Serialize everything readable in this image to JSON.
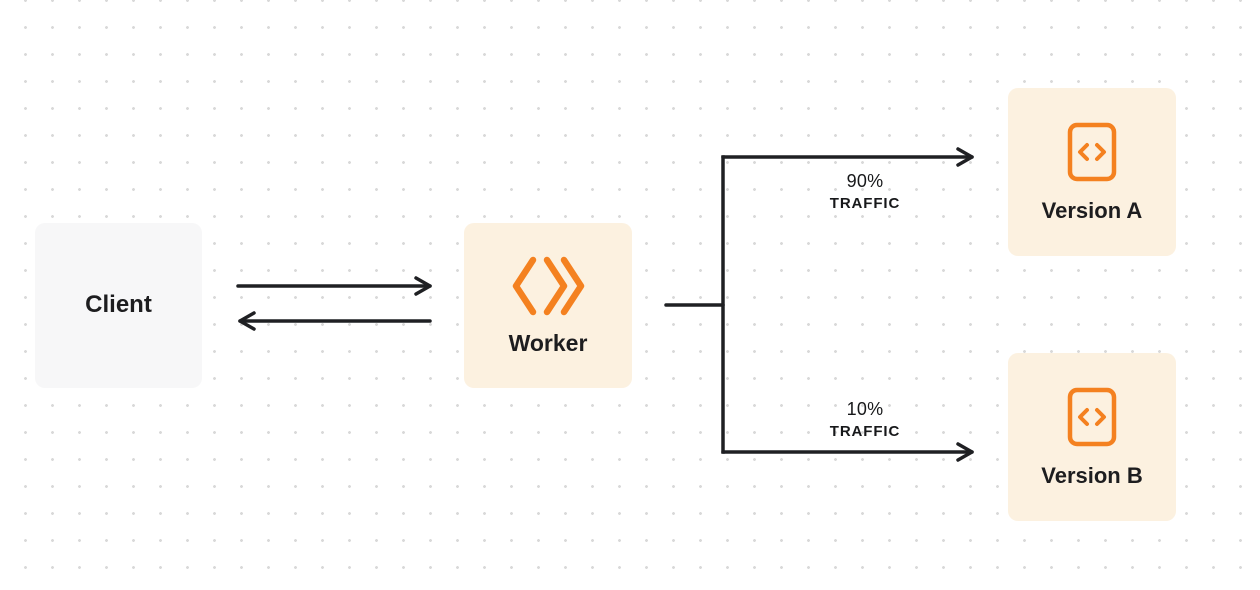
{
  "diagram": {
    "title": "worker-traffic-split-diagram",
    "colors": {
      "accent_orange": "#f48120",
      "node_cream": "#fcf1e0",
      "node_gray": "#f7f7f8",
      "line_dark": "#1f2023",
      "text_dark": "#1d1d1f",
      "dot_grid": "#d9d9d9"
    },
    "nodes": {
      "client": {
        "label": "Client"
      },
      "worker": {
        "label": "Worker",
        "icon": "cloudflare-workers-icon"
      },
      "version_a": {
        "label": "Version A",
        "icon": "code-window-icon"
      },
      "version_b": {
        "label": "Version B",
        "icon": "code-window-icon"
      }
    },
    "edges": {
      "client_worker": {
        "type": "bidirectional-arrows"
      },
      "split_top": {
        "percent": "90%",
        "caption": "TRAFFIC",
        "target": "Version A"
      },
      "split_bottom": {
        "percent": "10%",
        "caption": "TRAFFIC",
        "target": "Version B"
      }
    }
  }
}
